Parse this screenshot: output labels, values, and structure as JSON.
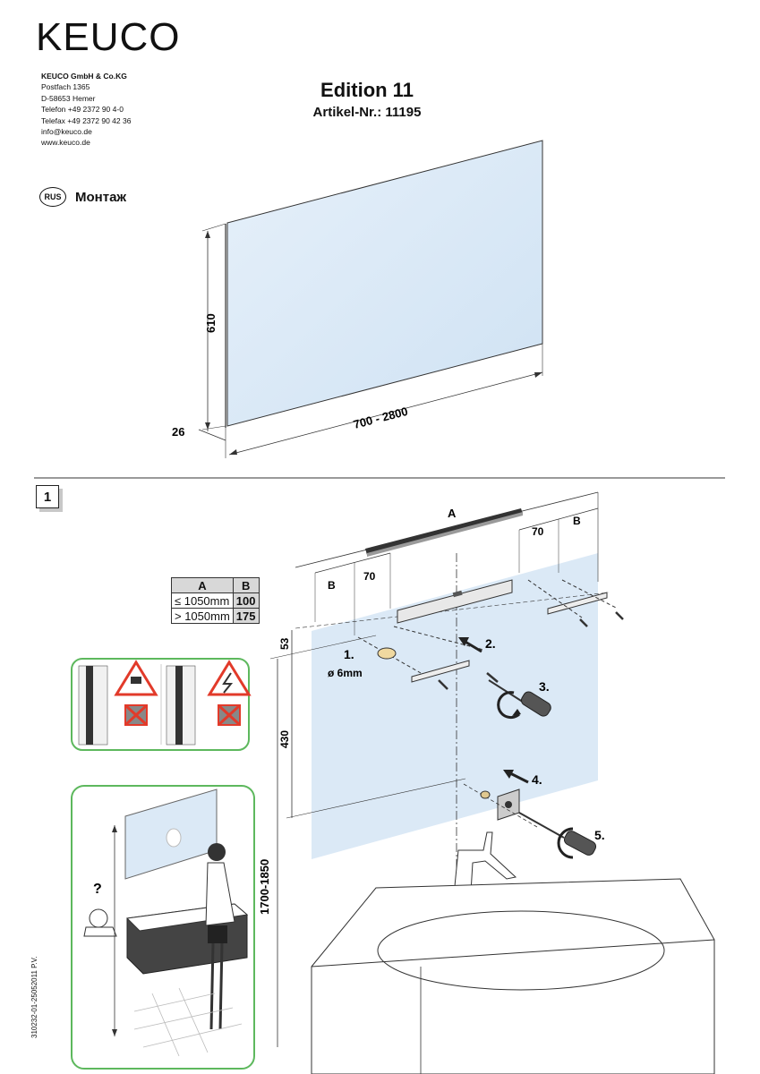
{
  "brand": {
    "logo": "KEUCO"
  },
  "company": {
    "name": "KEUCO GmbH & Co.KG",
    "lines": [
      "Postfach 1365",
      "D-58653 Hemer",
      "Telefon +49 2372 90 4-0",
      "Telefax +49 2372 90 42 36",
      "info@keuco.de",
      "www.keuco.de"
    ]
  },
  "product": {
    "title": "Edition 11",
    "article": "Artikel-Nr.: 11195"
  },
  "language": {
    "badge": "RUS",
    "label": "Монтаж"
  },
  "dims_top": {
    "height": "610",
    "depth": "26",
    "width": "700 - 2800"
  },
  "step": {
    "number": "1"
  },
  "table": {
    "headers": [
      "A",
      "B"
    ],
    "rows": [
      {
        "a": "≤ 1050mm",
        "b": "100"
      },
      {
        "a": "> 1050mm",
        "b": "175"
      }
    ]
  },
  "install": {
    "label_A": "A",
    "label_B": "B",
    "dim_70": "70",
    "dim_53": "53",
    "dim_430": "430",
    "dim_height": "1700-1850",
    "drill": "ø 6mm",
    "steps": [
      "1.",
      "2.",
      "3.",
      "4.",
      "5."
    ]
  },
  "doc_code": "310232-01-25052011  P.V.",
  "colors": {
    "glass": "#dbe9f6",
    "divider": "#9a9a9a",
    "frame_green": "#5db85d",
    "warning_red": "#e23a2a"
  }
}
